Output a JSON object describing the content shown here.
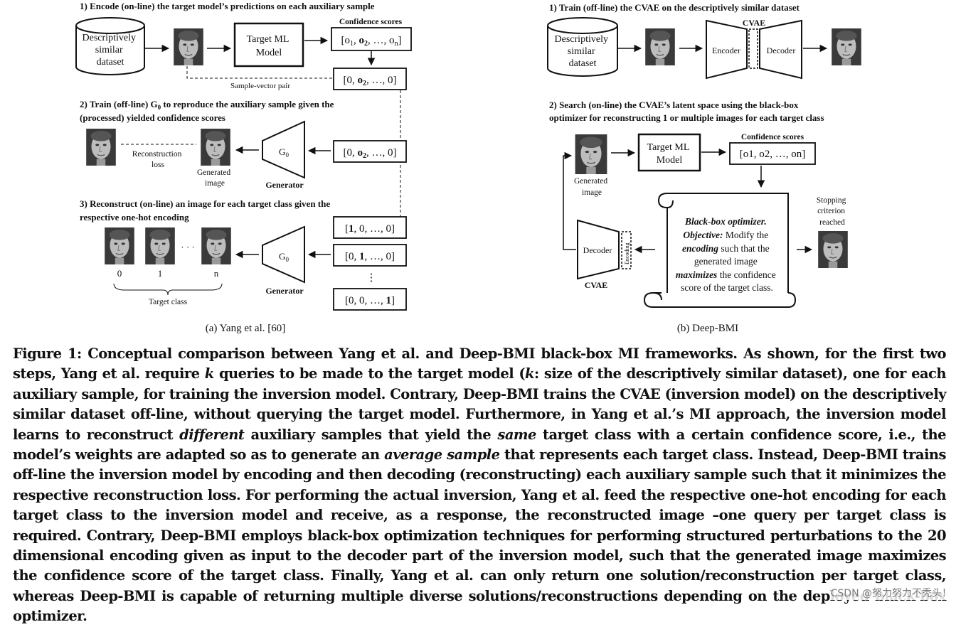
{
  "panel_a": {
    "step1": "1) Encode (on-line) the target model’s predictions on each auxiliary sample",
    "dataset": [
      "Descriptively",
      "similar",
      "dataset"
    ],
    "target_model": [
      "Target ML",
      "Model"
    ],
    "confidence_title": "Confidence scores",
    "vec_full": [
      "[o",
      "1",
      ", ",
      "o",
      "2",
      ", …, o",
      "n",
      "]"
    ],
    "vec_processed": [
      "[0, ",
      "o",
      "2",
      ", …, 0]"
    ],
    "pair_label": "Sample-vector pair",
    "step2": [
      "2) Train (off-line) G",
      "0",
      " to reproduce the auxiliary sample given the",
      "(processed) yielded confidence scores"
    ],
    "recon_loss": [
      "Reconstruction",
      "loss"
    ],
    "generated": [
      "Generated",
      "image"
    ],
    "g0": [
      "G",
      "0"
    ],
    "generator": "Generator",
    "step3": [
      "3) Reconstruct (on-line) an image for each target class given the",
      "respective one-hot encoding"
    ],
    "onehot": [
      [
        "[",
        "1",
        ", 0, …, 0]"
      ],
      [
        "[0, ",
        "1",
        ", …, 0]"
      ],
      [
        "[0, 0, …, ",
        "1",
        "]"
      ]
    ],
    "dots_h": "· · ·",
    "dots_v": "⋮",
    "class_labels": [
      "0",
      "1",
      "n"
    ],
    "target_class": "Target class",
    "subcaption": "(a)  Yang et al. [60]"
  },
  "panel_b": {
    "step1": "1) Train (off-line) the CVAE on the descriptively similar dataset",
    "dataset": [
      "Descriptively",
      "similar",
      "dataset"
    ],
    "cvae": "CVAE",
    "encoder": "Encoder",
    "decoder": "Decoder",
    "step2": [
      "2) Search (on-line) the CVAE’s latent space using the black-box",
      "optimizer for reconstructing 1 or multiple images for each target class"
    ],
    "generated": [
      "Generated",
      "image"
    ],
    "target_model": [
      "Target ML",
      "Model"
    ],
    "confidence_title": "Confidence scores",
    "vec": "[o1, o2, …, on]",
    "scroll": {
      "title": "Black-box optimizer.",
      "objective_label": "Objective:",
      "l1": "Modify the",
      "encoding": "encoding",
      "l2": "such that the",
      "l3": "generated image",
      "maximizes": "maximizes",
      "l4": "the confidence",
      "l5": "score of the target class."
    },
    "encoding_label": "Encoding",
    "stopping": [
      "Stopping",
      "criterion",
      "reached"
    ],
    "subcaption": "(b)  Deep-BMI"
  },
  "caption": {
    "p1": "Figure 1: Conceptual comparison between Yang et al. and Deep-BMI black-box MI frameworks. As shown, for the first two steps, Yang et al. require ",
    "k1": "k",
    "p2": " queries to be made to the target model (",
    "k2": "k",
    "p3": ": size of the descriptively similar dataset), one for each auxiliary sample, for training the inversion model. Contrary, Deep-BMI trains the CVAE (inversion model) on the descriptively similar dataset off-line, without querying the target model. Furthermore, in Yang et al.’s MI approach, the inversion model learns to reconstruct ",
    "different": "different",
    "p4": " auxiliary samples that yield the ",
    "same": "same",
    "p5": " target class with a certain confidence score, i.e., the model’s weights are adapted so as to generate an ",
    "average": "average sample",
    "p6": " that represents each target class. Instead, Deep-BMI trains off-line the inversion model by encoding and then decoding (reconstructing) each auxiliary sample such that it minimizes the respective reconstruction loss. For performing the actual inversion, Yang et al. feed the respective one-hot encoding for each target class to the inversion model and receive, as a response, the reconstructed image –one query per target class is required. Contrary, Deep-BMI employs black-box optimization techniques for performing structured perturbations to the 20 dimensional encoding given as input to the decoder part of the inversion model, such that the generated image maximizes the confidence score of the target class. Finally, Yang et al. can only return one solution/reconstruction per target class, whereas Deep-BMI is capable of returning multiple diverse solutions/reconstructions depending on the deployed black-box optimizer."
  },
  "watermark": "CSDN @努力努力不秃头！"
}
